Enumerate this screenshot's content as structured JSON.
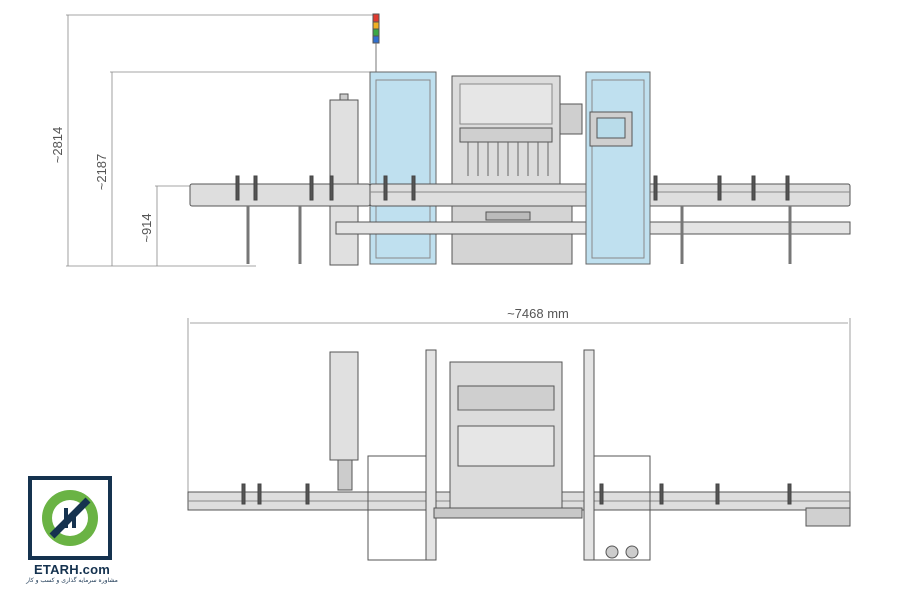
{
  "dimensions": {
    "height_total": "~2814",
    "height_mid": "~2187",
    "height_table": "~914",
    "length_total": "~7468 mm"
  },
  "logo": {
    "brand": "ETARH.com",
    "tagline": "مشاوره سرمایه گذاری و کسب و کار"
  },
  "colors": {
    "machine_fill": "#d9d9d9",
    "machine_stroke": "#555555",
    "guard_blue": "#bfe0ef",
    "logo_navy": "#15324f",
    "logo_green": "#6ab344"
  }
}
